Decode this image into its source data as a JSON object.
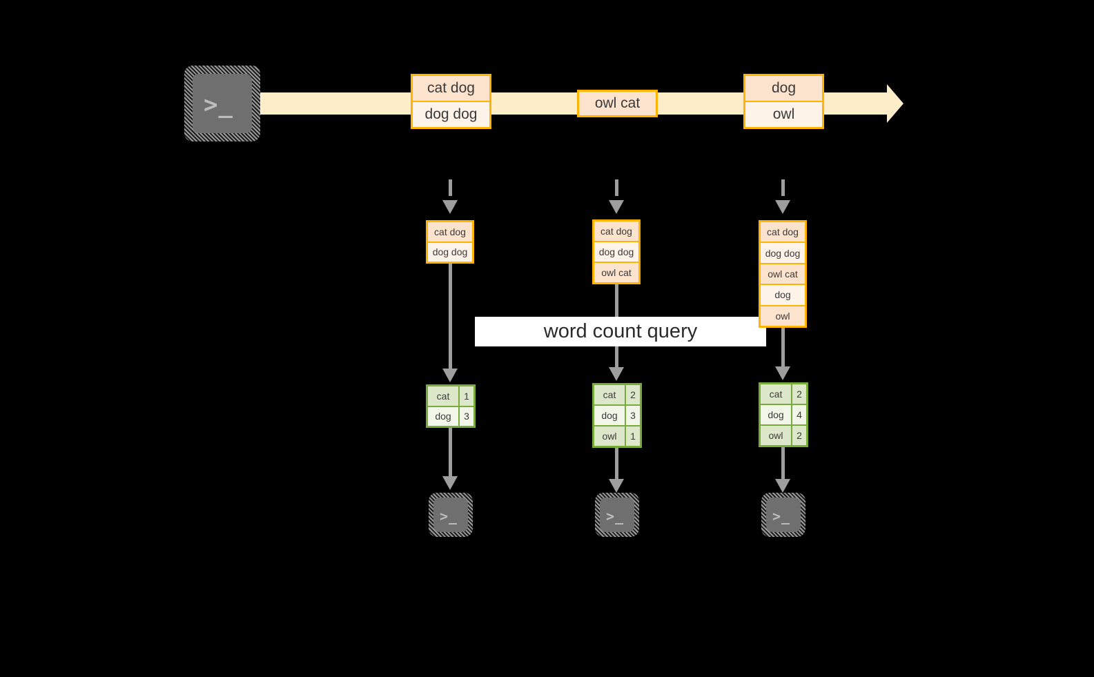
{
  "diagram": {
    "title_label": "word count query",
    "colors": {
      "stream_fill": "#fdeec9",
      "record_border": "#ffb401",
      "record_fill_dark": "#fce3cd",
      "record_fill_light": "#fdf3e8",
      "table_border": "#77ac3b",
      "table_fill_dark": "#dde7ca",
      "table_fill_light": "#f1f6e9",
      "connector": "#9e9e9e",
      "terminal_body": "#6f6f6f",
      "background": "#000000"
    },
    "producer": {
      "icon": "terminal-icon",
      "glyph": ">_"
    },
    "stream": {
      "icon": "stream-arrow-icon",
      "batches": [
        {
          "lines": [
            "cat dog",
            "dog dog"
          ]
        },
        {
          "lines": [
            "owl cat"
          ]
        },
        {
          "lines": [
            "dog",
            "owl"
          ]
        }
      ]
    },
    "snapshots": [
      {
        "name": "snapshot-1",
        "table_lines": [
          "cat dog",
          "dog dog"
        ],
        "counts": [
          {
            "word": "cat",
            "count": "1"
          },
          {
            "word": "dog",
            "count": "3"
          }
        ],
        "consumer": {
          "icon": "terminal-icon",
          "glyph": ">_"
        }
      },
      {
        "name": "snapshot-2",
        "table_lines": [
          "cat dog",
          "dog dog",
          "owl cat"
        ],
        "counts": [
          {
            "word": "cat",
            "count": "2"
          },
          {
            "word": "dog",
            "count": "3"
          },
          {
            "word": "owl",
            "count": "1"
          }
        ],
        "consumer": {
          "icon": "terminal-icon",
          "glyph": ">_"
        }
      },
      {
        "name": "snapshot-3",
        "table_lines": [
          "cat dog",
          "dog dog",
          "owl cat",
          "dog",
          "owl"
        ],
        "counts": [
          {
            "word": "cat",
            "count": "2"
          },
          {
            "word": "dog",
            "count": "4"
          },
          {
            "word": "owl",
            "count": "2"
          }
        ],
        "consumer": {
          "icon": "terminal-icon",
          "glyph": ">_"
        }
      }
    ]
  }
}
